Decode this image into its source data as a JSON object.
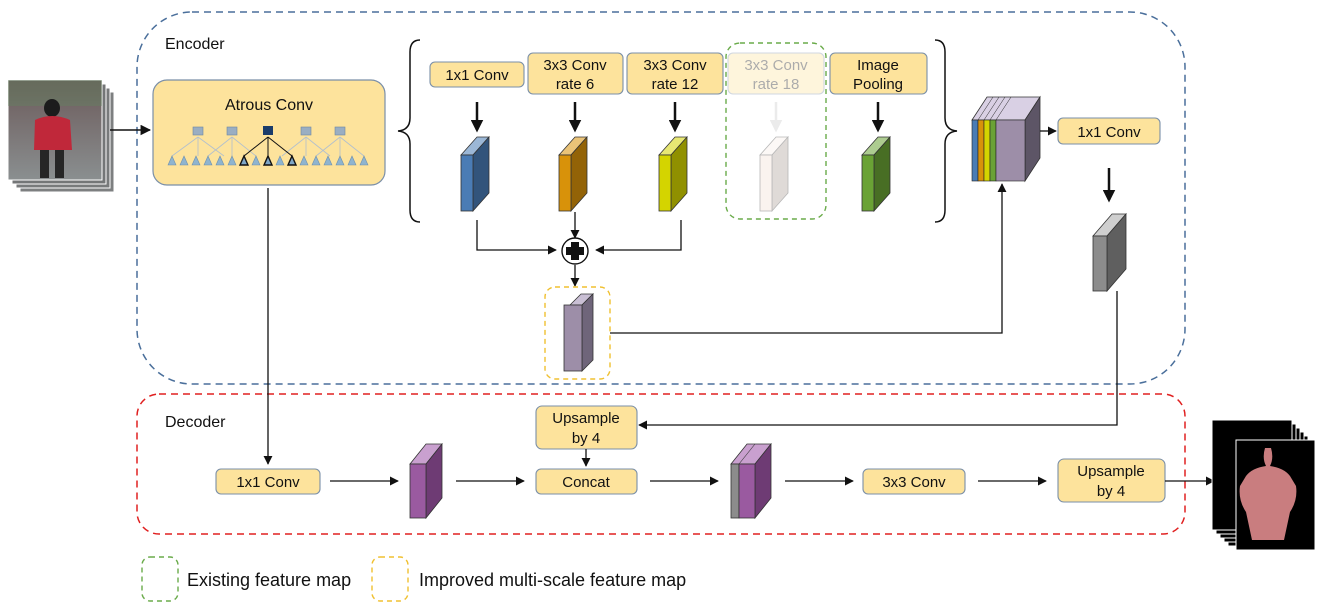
{
  "encoder": {
    "label": "Encoder",
    "atrous": {
      "label": "Atrous Conv"
    },
    "branches": [
      {
        "line1": "1x1 Conv",
        "line2": "",
        "color": "#4a7cb5",
        "faded": false
      },
      {
        "line1": "3x3 Conv",
        "line2": "rate 6",
        "color": "#d8920a",
        "faded": false
      },
      {
        "line1": "3x3 Conv",
        "line2": "rate 12",
        "color": "#d4d400",
        "faded": false
      },
      {
        "line1": "3x3 Conv",
        "line2": "rate 18",
        "color": "#f1ddd4",
        "faded": true
      },
      {
        "line1": "Image",
        "line2": "Pooling",
        "color": "#6aa235",
        "faded": false
      }
    ],
    "sum_symbol": "+",
    "right_conv": "1x1 Conv"
  },
  "decoder": {
    "label": "Decoder",
    "conv_in": "1x1 Conv",
    "upsample_top": [
      "Upsample",
      "by 4"
    ],
    "concat": "Concat",
    "conv3": "3x3 Conv",
    "upsample_out": [
      "Upsample",
      "by 4"
    ]
  },
  "legend": {
    "existing": "Existing feature map",
    "improved": "Improved multi-scale feature map"
  },
  "colors": {
    "box_fill": "#fde39c",
    "box_stroke": "#7a8fa8",
    "encoder_border": "#4a6f9b",
    "decoder_border": "#e02020",
    "existing_border": "#6aab4a",
    "improved_border": "#f0c030",
    "gray_map": "#8c8c8c",
    "lavender_map": "#9d8ea8",
    "purple_map": "#9a5aa0"
  }
}
